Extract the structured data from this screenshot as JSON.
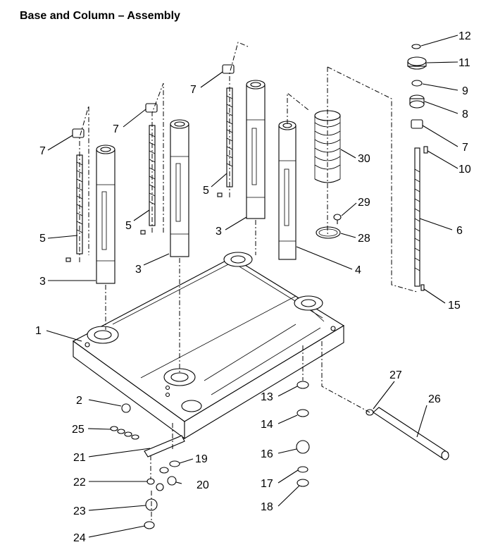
{
  "title": "Base and Column – Assembly",
  "callouts": [
    "1",
    "2",
    "3",
    "4",
    "5",
    "6",
    "7",
    "8",
    "9",
    "10",
    "11",
    "12",
    "13",
    "14",
    "15",
    "16",
    "17",
    "18",
    "19",
    "20",
    "21",
    "22",
    "23",
    "24",
    "25",
    "26",
    "27",
    "28",
    "29",
    "30"
  ]
}
